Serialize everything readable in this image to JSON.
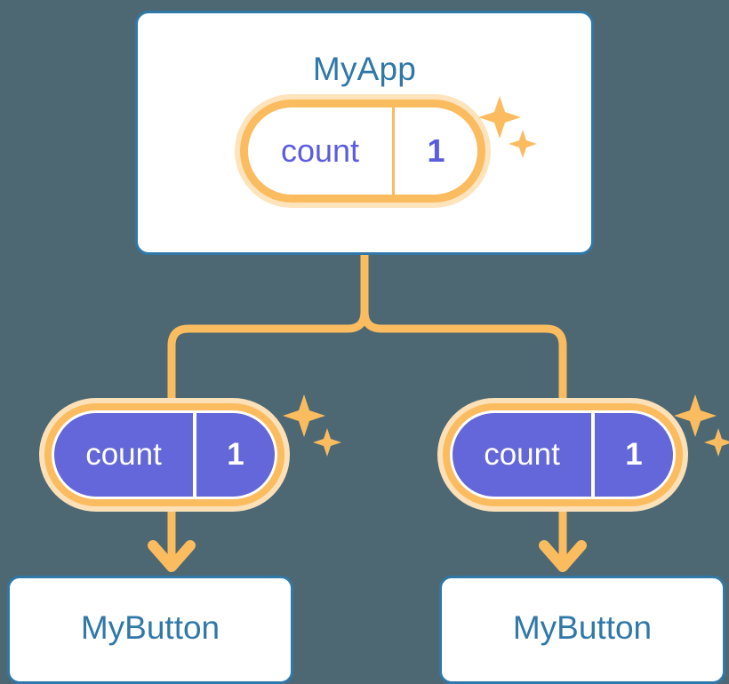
{
  "diagram": {
    "title_visible": false,
    "background_color": "#4d6872",
    "accent_orange": "#fbbc60",
    "accent_orange_pale": "#fbdfb4",
    "accent_blue": "#2f78a8",
    "accent_purple": "#6367d9",
    "state_text_purple": "#5b5ce0"
  },
  "root": {
    "label": "MyApp",
    "state": {
      "key": "count",
      "value": "1"
    },
    "sparkle_icon": "sparkle-icon"
  },
  "branches": [
    {
      "state": {
        "key": "count",
        "value": "1"
      },
      "sparkle_icon": "sparkle-icon",
      "leaf": {
        "label": "MyButton"
      },
      "arrow_icon": "arrow-down-icon"
    },
    {
      "state": {
        "key": "count",
        "value": "1"
      },
      "sparkle_icon": "sparkle-icon",
      "leaf": {
        "label": "MyButton"
      },
      "arrow_icon": "arrow-down-icon"
    }
  ],
  "connectors": {
    "icon": "tree-branch-connector"
  }
}
